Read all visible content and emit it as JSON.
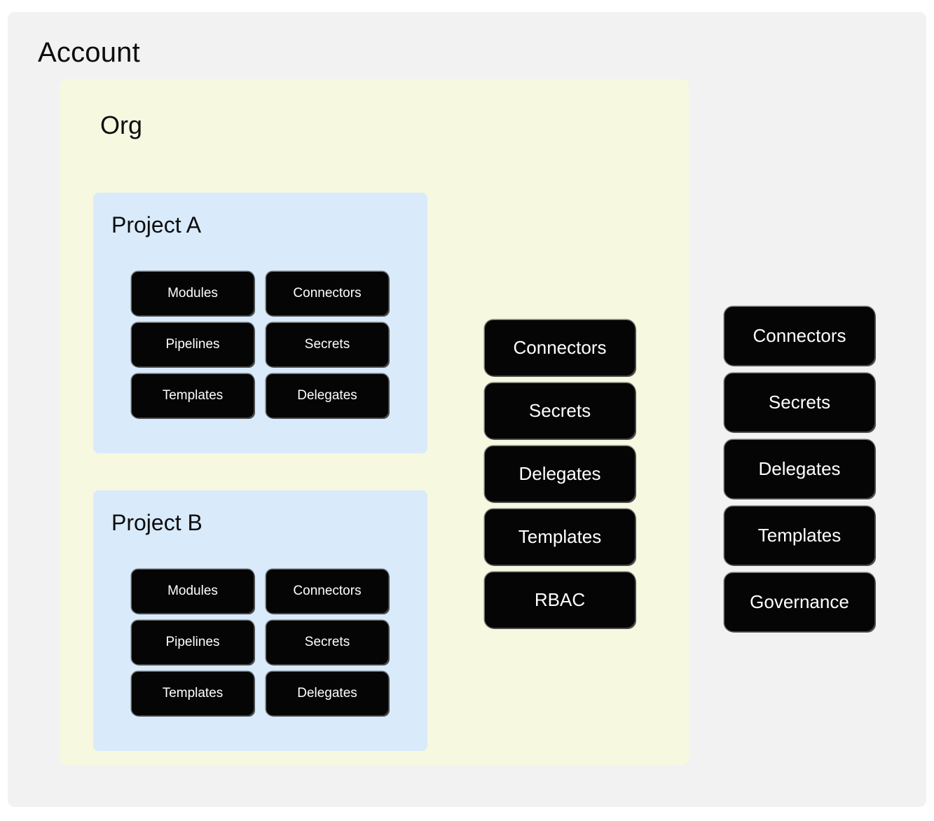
{
  "diagram": {
    "type": "nested-scope-hierarchy",
    "background_color": "#ffffff"
  },
  "account": {
    "title": "Account",
    "color": "#f2f2f2",
    "resources": [
      {
        "label": "Connectors"
      },
      {
        "label": "Secrets"
      },
      {
        "label": "Delegates"
      },
      {
        "label": "Templates"
      },
      {
        "label": "Governance"
      }
    ]
  },
  "org": {
    "title": "Org",
    "color": "#f6f8e0",
    "resources": [
      {
        "label": "Connectors"
      },
      {
        "label": "Secrets"
      },
      {
        "label": "Delegates"
      },
      {
        "label": "Templates"
      },
      {
        "label": "RBAC"
      }
    ]
  },
  "projects": [
    {
      "title": "Project A",
      "color": "#d9eafb",
      "resources": [
        {
          "label": "Modules"
        },
        {
          "label": "Connectors"
        },
        {
          "label": "Pipelines"
        },
        {
          "label": "Secrets"
        },
        {
          "label": "Templates"
        },
        {
          "label": "Delegates"
        }
      ]
    },
    {
      "title": "Project B",
      "color": "#d9eafb",
      "resources": [
        {
          "label": "Modules"
        },
        {
          "label": "Connectors"
        },
        {
          "label": "Pipelines"
        },
        {
          "label": "Secrets"
        },
        {
          "label": "Templates"
        },
        {
          "label": "Delegates"
        }
      ]
    }
  ],
  "colors": {
    "chip_fill": "#050505",
    "chip_text": "#ffffff",
    "chip_outline": "#464646",
    "title_text": "#0d0d0d"
  }
}
